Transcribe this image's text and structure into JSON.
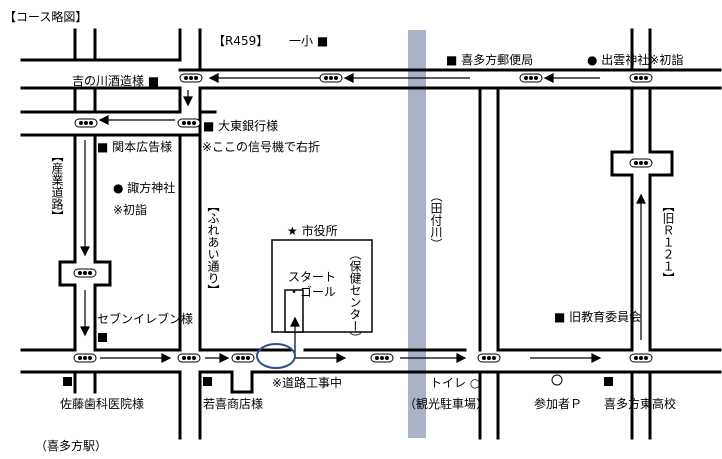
{
  "title": "【コース略図】",
  "route_label": "【R459】",
  "roads": {
    "sangyo": "【産業道路】",
    "fureai": "【ふれあい通り】",
    "r121": "【旧Ｒ１２１】",
    "river": "（田付川）"
  },
  "landmarks": {
    "ichisho": "一小 ■",
    "kitakata_post": "■ 喜多方郵便局",
    "izumo_shrine": "● 出雲神社※初詣",
    "yoshinokawa": "吉の川酒造様 ■",
    "daito_bank": "■ 大東銀行様",
    "turn_note": "※ここの信号機で右折",
    "sekimoto": "■ 関本広告様",
    "suwa_shrine": "● 諏方神社",
    "hatsumoude": "※初詣",
    "city_hall": "★ 市役所",
    "health_center": "（保健センター）",
    "start_goal_1": "スタート",
    "start_goal_2": "・ゴール",
    "seven_eleven": "セブンイレブン様",
    "kyu_kyoiku": "■ 旧教育委員会",
    "road_work": "※道路工事中",
    "toilet": "トイレ ○",
    "sato_dental": "佐藤歯科医院様",
    "wakaki": "若喜商店様",
    "kanko_parking": "（観光駐車場）",
    "participant_p": "参加者Ｐ",
    "kitakata_higashi": "喜多方東高校",
    "kitakata_station": "（喜多方駅）"
  },
  "colors": {
    "road_outline": "#000000",
    "river": "#a9b2c6",
    "start_marker": "#2f4f8f",
    "signal": "#000000"
  }
}
